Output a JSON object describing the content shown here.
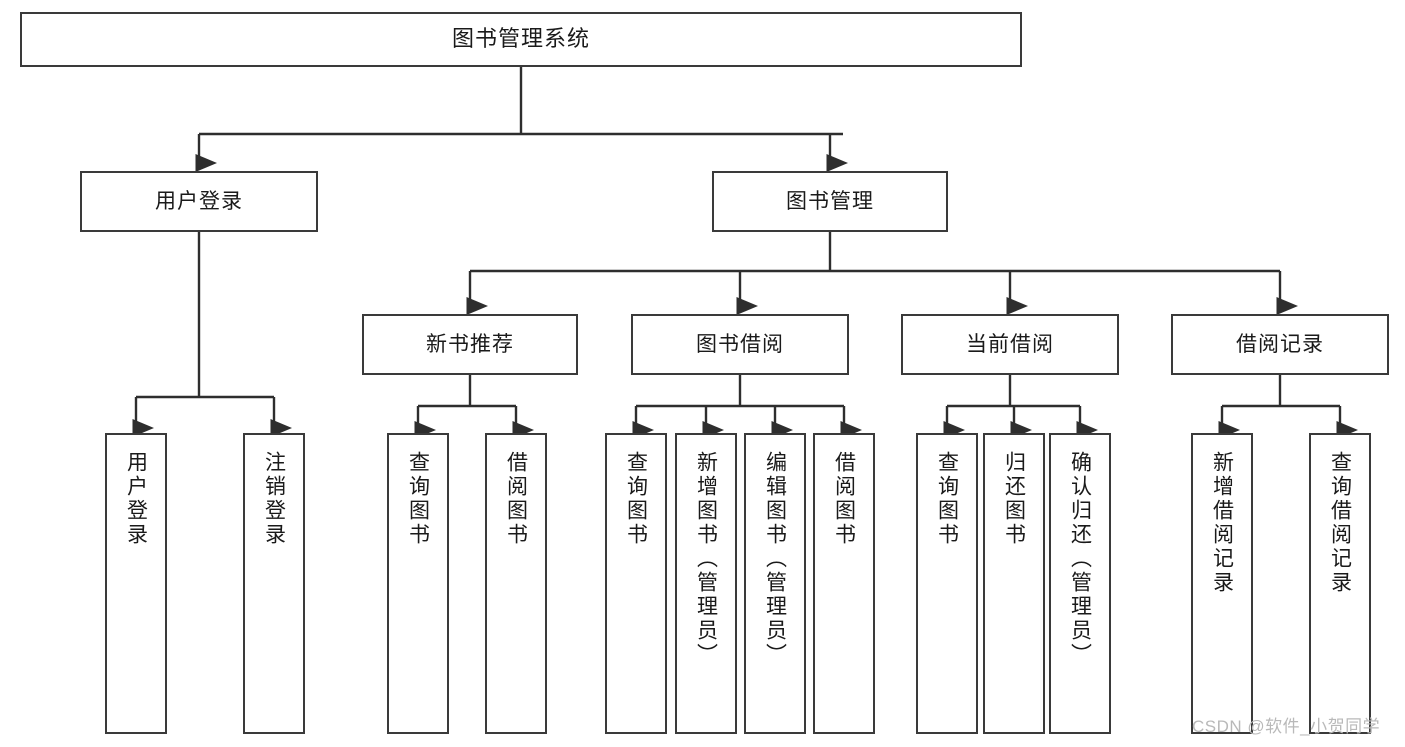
{
  "diagram": {
    "type": "tree-hierarchy-chart",
    "title": "图书管理系统",
    "orientation": "top-down",
    "colors": {
      "box_border": "#3a3a3a",
      "box_fill": "#ffffff",
      "edge": "#2e2e2e",
      "text": "#1a1a1a",
      "watermark": "#b9b9b9"
    }
  },
  "root": {
    "label": "图书管理系统"
  },
  "level2": [
    {
      "label": "用户登录"
    },
    {
      "label": "图书管理"
    }
  ],
  "level3": [
    {
      "label": "新书推荐"
    },
    {
      "label": "图书借阅"
    },
    {
      "label": "当前借阅"
    },
    {
      "label": "借阅记录"
    }
  ],
  "leaves": {
    "user_login": [
      {
        "label": "用户登录"
      },
      {
        "label": "注销登录"
      }
    ],
    "new_book_recommend": [
      {
        "label": "查询图书"
      },
      {
        "label": "借阅图书"
      }
    ],
    "book_borrow": [
      {
        "label": "查询图书"
      },
      {
        "label": "新增图书（管理员）"
      },
      {
        "label": "编辑图书（管理员）"
      },
      {
        "label": "借阅图书"
      }
    ],
    "current_borrow": [
      {
        "label": "查询图书"
      },
      {
        "label": "归还图书"
      },
      {
        "label": "确认归还（管理员）"
      }
    ],
    "borrow_record": [
      {
        "label": "新增借阅记录"
      },
      {
        "label": "查询借阅记录"
      }
    ]
  },
  "watermark": {
    "text": "CSDN @软件_小贺同学"
  }
}
